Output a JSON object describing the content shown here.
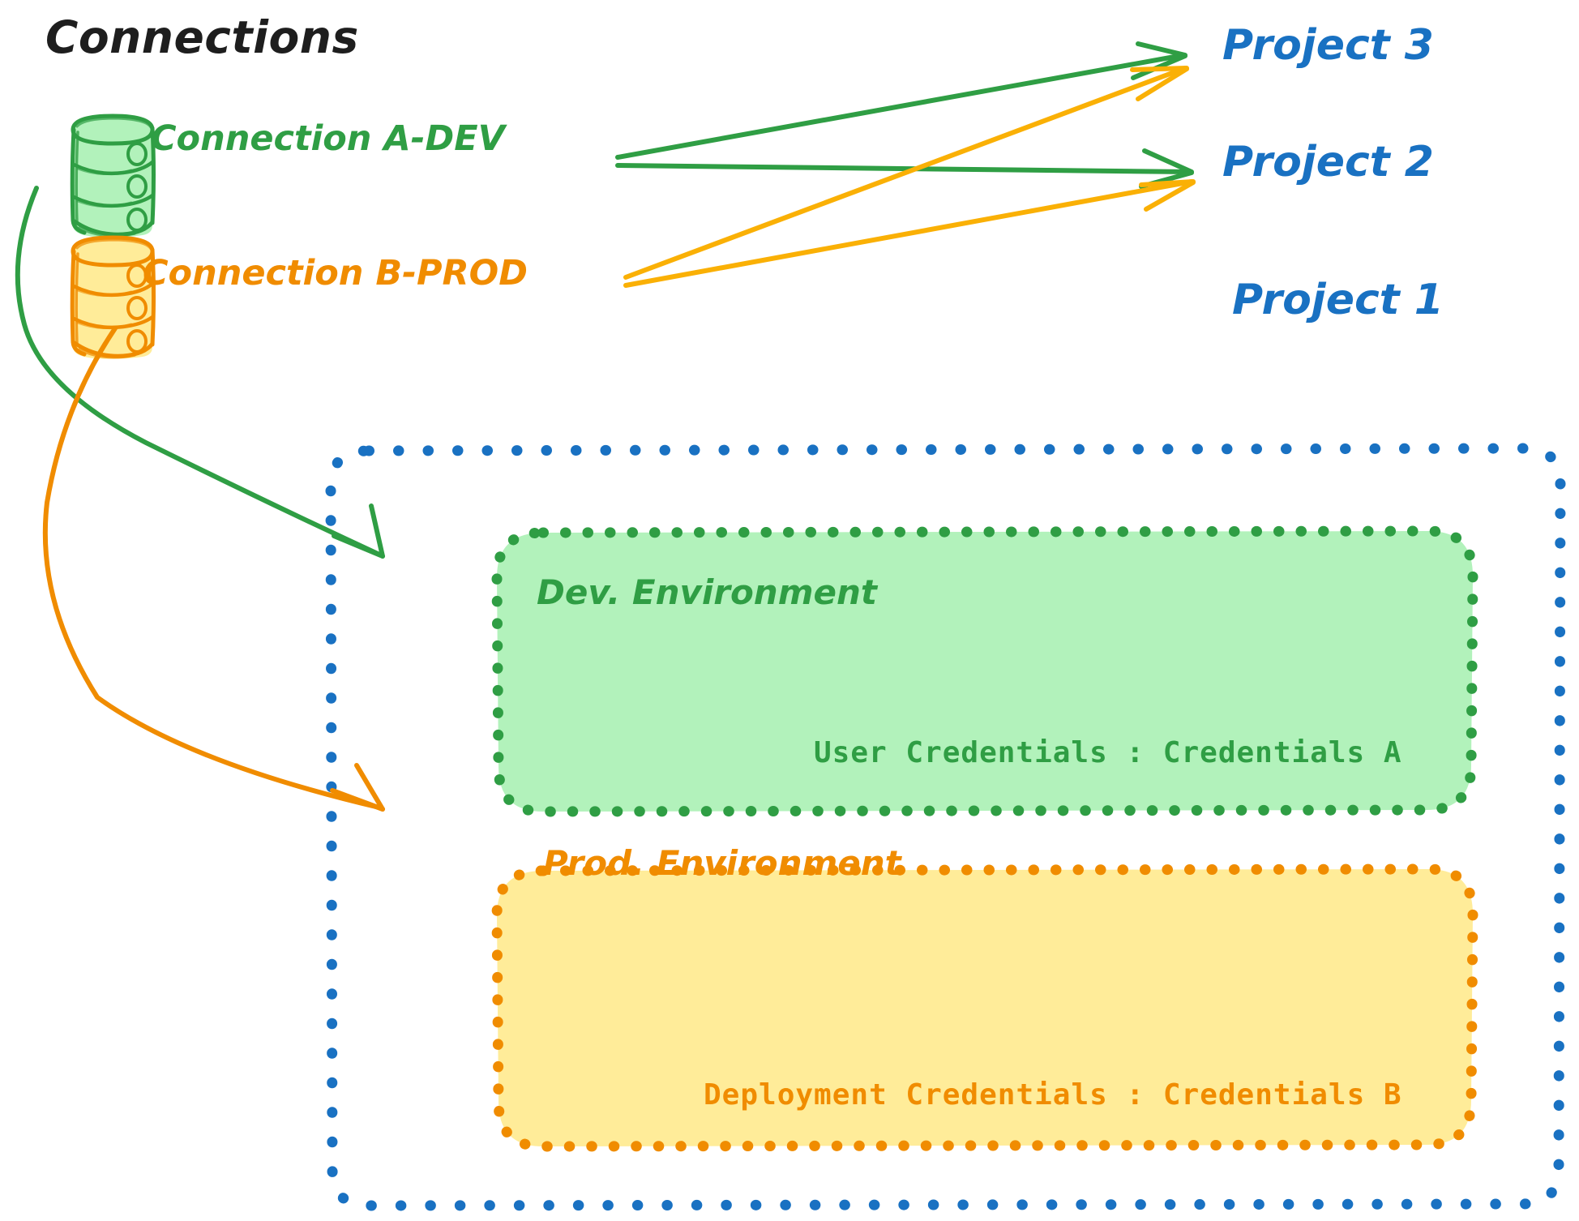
{
  "diagram": {
    "title": "Connections",
    "background": "#ffffff",
    "colors": {
      "green_stroke": "#2f9e44",
      "green_fill": "#b2f2bb",
      "orange_stroke": "#f08c00",
      "orange_fill": "#ffec99",
      "blue_stroke": "#1971c2",
      "black_text": "#1e1e1e"
    }
  },
  "connections": [
    {
      "id": "connection-a-dev",
      "label": "Connection A-DEV",
      "icon": "database-cylinder-icon",
      "color": "#2f9e44"
    },
    {
      "id": "connection-b-prod",
      "label": "Connection B-PROD",
      "icon": "database-cylinder-icon",
      "color": "#f08c00"
    }
  ],
  "projects": [
    {
      "id": "project-3",
      "label": "Project 3",
      "color": "#1971c2"
    },
    {
      "id": "project-2",
      "label": "Project 2",
      "color": "#1971c2"
    },
    {
      "id": "project-1",
      "label": "Project 1",
      "color": "#1971c2"
    }
  ],
  "project_1_container": {
    "label": "Project 1",
    "border_style": "dotted",
    "border_color": "#1971c2",
    "environments": [
      {
        "id": "dev-environment",
        "title": "Dev. Environment",
        "credentials_label": "User Credentials : Credentials A",
        "credentials_key": "User Credentials",
        "credentials_value": "Credentials A",
        "stroke": "#2f9e44",
        "fill": "#b2f2bb"
      },
      {
        "id": "prod-environment",
        "title": "Prod. Environment",
        "credentials_label": "Deployment Credentials : Credentials B",
        "credentials_key": "Deployment Credentials",
        "credentials_value": "Credentials B",
        "stroke": "#f08c00",
        "fill": "#ffec99"
      }
    ]
  },
  "edges": [
    {
      "id": "edge-a-dev-to-project-3",
      "from": "connection-a-dev",
      "to": "project-3",
      "color": "#2f9e44",
      "style": "straight-arrow"
    },
    {
      "id": "edge-a-dev-to-project-2",
      "from": "connection-a-dev",
      "to": "project-2",
      "color": "#2f9e44",
      "style": "straight-arrow"
    },
    {
      "id": "edge-b-prod-to-project-3",
      "from": "connection-b-prod",
      "to": "project-3",
      "color": "#f08c00",
      "style": "straight-arrow"
    },
    {
      "id": "edge-b-prod-to-project-2",
      "from": "connection-b-prod",
      "to": "project-2",
      "color": "#f08c00",
      "style": "straight-arrow"
    },
    {
      "id": "edge-a-dev-to-dev-environment",
      "from": "connection-a-dev",
      "to": "dev-environment",
      "color": "#2f9e44",
      "style": "curved-arrow"
    },
    {
      "id": "edge-b-prod-to-prod-environment",
      "from": "connection-b-prod",
      "to": "prod-environment",
      "color": "#f08c00",
      "style": "curved-arrow"
    }
  ]
}
